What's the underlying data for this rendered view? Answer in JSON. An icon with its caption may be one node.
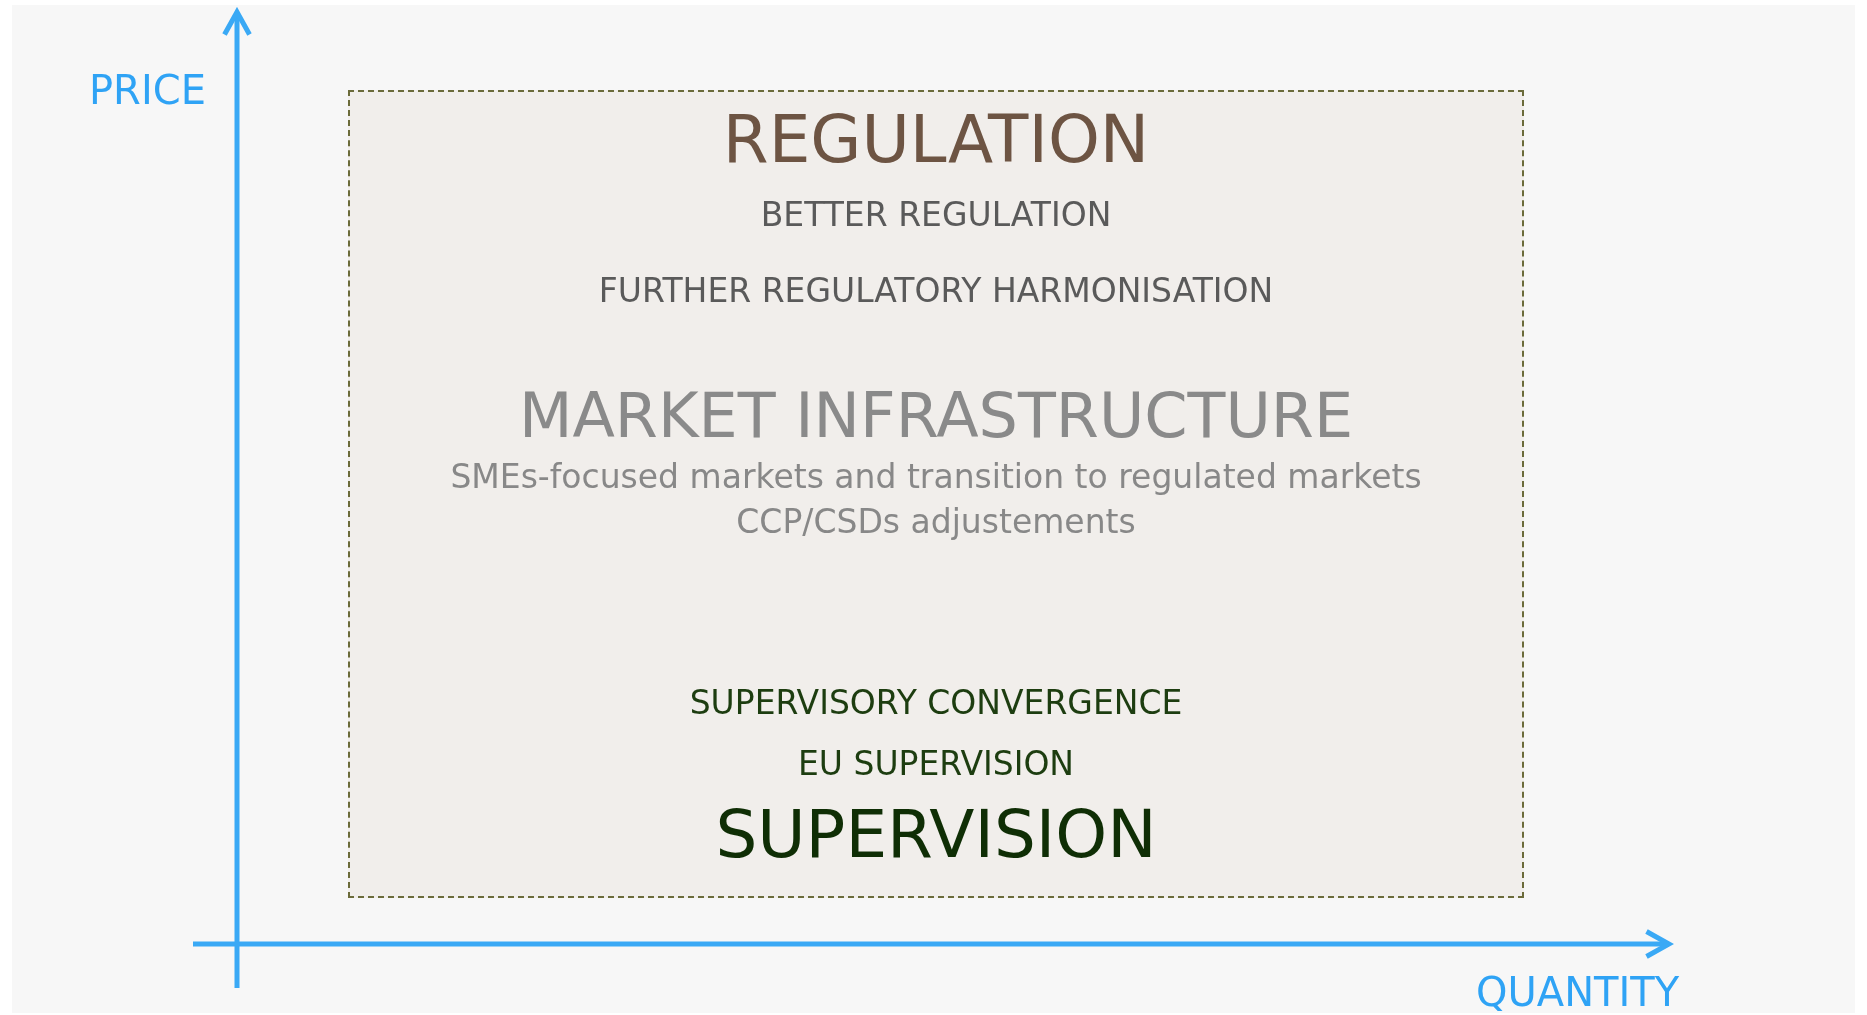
{
  "diagram": {
    "nodes": [
      {
        "text": [
          "REGULATION",
          "BETTER REGULATION",
          "FURTHER REGULATORY HARMONISATION",
          "MARKET INFRASTRUCTURE",
          "SMEs-focused markets and transition to regulated markets",
          "CCP/CSDs adjustements",
          "SUPERVISORY CONVERGENCE",
          "EU SUPERVISION",
          "SUPERVISION"
        ]
      }
    ],
    "edges": [],
    "labels": [
      "PRICE",
      "QUANTITY"
    ]
  }
}
